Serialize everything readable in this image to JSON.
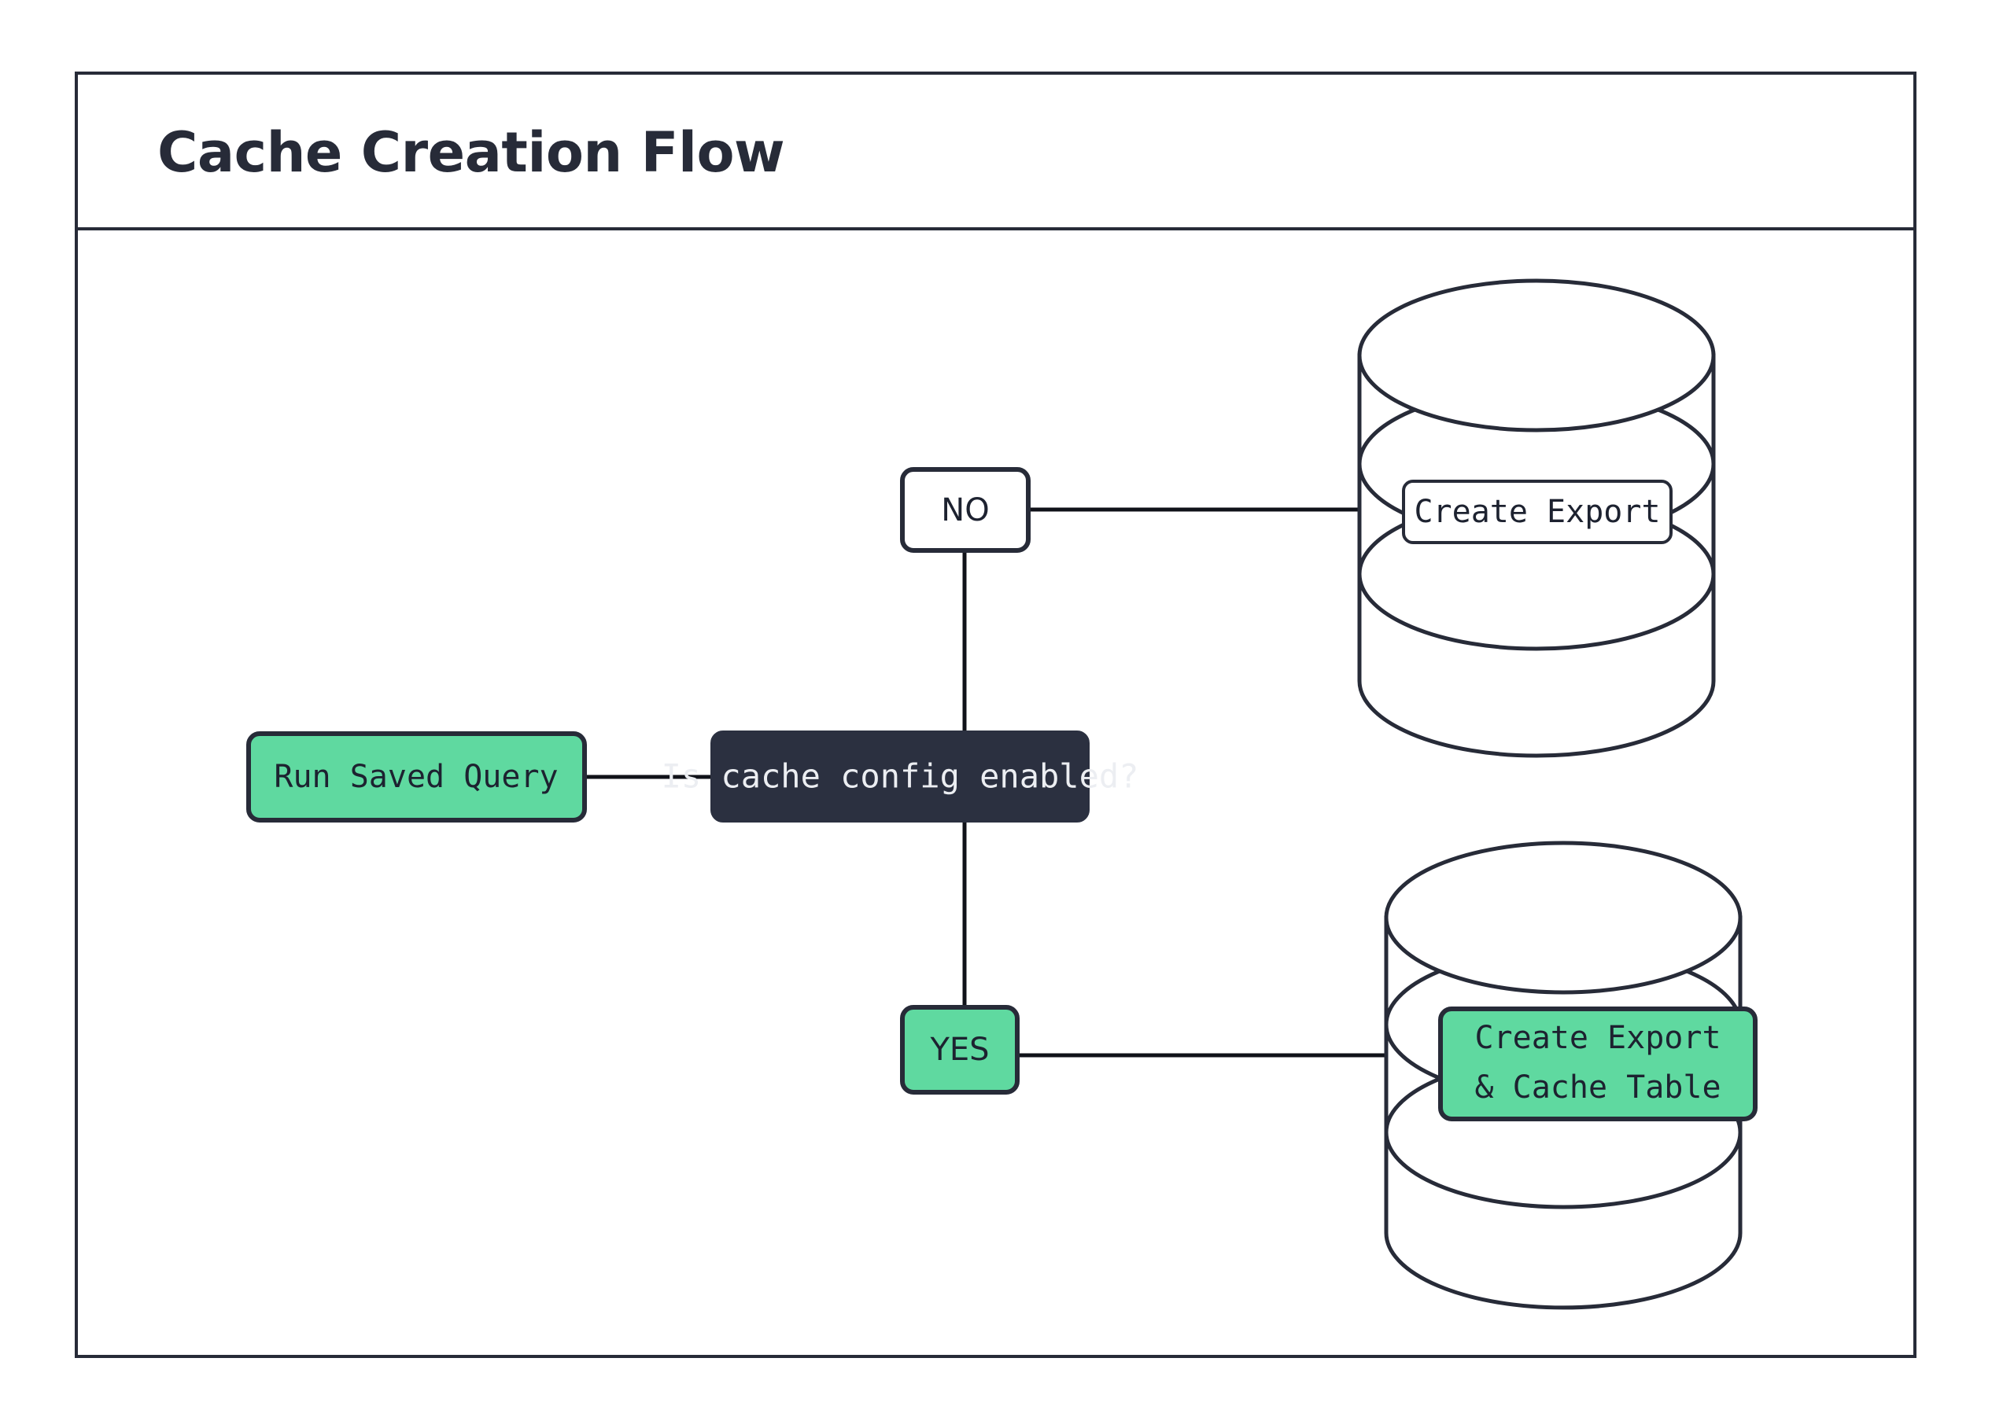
{
  "page": {
    "background_color": "#ffffff",
    "frame_border_color": "#272b38"
  },
  "header": {
    "title": "Cache Creation Flow",
    "title_color": "#272b38"
  },
  "palette": {
    "green": "#5fd9a0",
    "dark_navy": "#2b3040",
    "stroke": "#272b38",
    "white": "#ffffff",
    "light_text": "#eceef2"
  },
  "nodes": {
    "start": {
      "label": "Run Saved Query",
      "shape": "rounded-rect",
      "fill": "#5fd9a0",
      "text_color": "#1d2230"
    },
    "decision": {
      "label": "Is cache config enabled?",
      "shape": "rounded-rect",
      "fill": "#2b3040",
      "text_color": "#eceef2"
    },
    "branch_no": {
      "label": "NO",
      "shape": "rounded-rect",
      "fill": "#ffffff",
      "text_color": "#1d2230"
    },
    "branch_yes": {
      "label": "YES",
      "shape": "rounded-rect",
      "fill": "#5fd9a0",
      "text_color": "#1d2230"
    },
    "db_top": {
      "shape": "cylinder",
      "label": "Create Export",
      "label_fill": "#ffffff",
      "text_color": "#1d2230"
    },
    "db_bottom": {
      "shape": "cylinder",
      "label_line1": "Create Export",
      "label_line2": "& Cache Table",
      "label_fill": "#5fd9a0",
      "text_color": "#1d2230"
    }
  },
  "edges": [
    {
      "from": "start",
      "to": "decision",
      "label": ""
    },
    {
      "from": "decision",
      "to": "branch_no",
      "label": ""
    },
    {
      "from": "decision",
      "to": "branch_yes",
      "label": ""
    },
    {
      "from": "branch_no",
      "to": "db_top",
      "label": ""
    },
    {
      "from": "branch_yes",
      "to": "db_bottom",
      "label": ""
    }
  ]
}
